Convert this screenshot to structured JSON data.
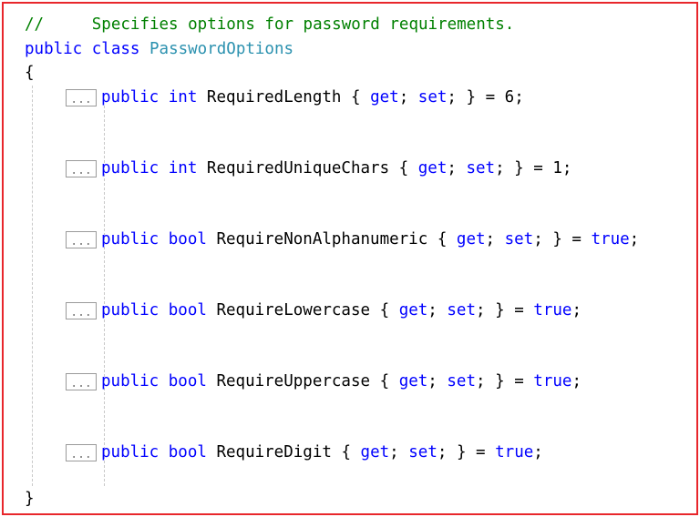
{
  "code": {
    "comment": {
      "slashes": "//",
      "text": "Specifies options for password requirements."
    },
    "class_decl": {
      "modifier": "public",
      "keyword": "class",
      "name": "PasswordOptions"
    },
    "open_brace": "{",
    "close_brace": "}",
    "collapsed_marker": "...",
    "properties": [
      {
        "modifier": "public",
        "type": "int",
        "name": "RequiredLength",
        "open": "{",
        "get": "get",
        "semi1": ";",
        "set": "set",
        "semi2": ";",
        "close": "}",
        "eq": "=",
        "value": "6",
        "value_is_keyword": false,
        "end": ";"
      },
      {
        "modifier": "public",
        "type": "int",
        "name": "RequiredUniqueChars",
        "open": "{",
        "get": "get",
        "semi1": ";",
        "set": "set",
        "semi2": ";",
        "close": "}",
        "eq": "=",
        "value": "1",
        "value_is_keyword": false,
        "end": ";"
      },
      {
        "modifier": "public",
        "type": "bool",
        "name": "RequireNonAlphanumeric",
        "open": "{",
        "get": "get",
        "semi1": ";",
        "set": "set",
        "semi2": ";",
        "close": "}",
        "eq": "=",
        "value": "true",
        "value_is_keyword": true,
        "end": ";"
      },
      {
        "modifier": "public",
        "type": "bool",
        "name": "RequireLowercase",
        "open": "{",
        "get": "get",
        "semi1": ";",
        "set": "set",
        "semi2": ";",
        "close": "}",
        "eq": "=",
        "value": "true",
        "value_is_keyword": true,
        "end": ";"
      },
      {
        "modifier": "public",
        "type": "bool",
        "name": "RequireUppercase",
        "open": "{",
        "get": "get",
        "semi1": ";",
        "set": "set",
        "semi2": ";",
        "close": "}",
        "eq": "=",
        "value": "true",
        "value_is_keyword": true,
        "end": ";"
      },
      {
        "modifier": "public",
        "type": "bool",
        "name": "RequireDigit",
        "open": "{",
        "get": "get",
        "semi1": ";",
        "set": "set",
        "semi2": ";",
        "close": "}",
        "eq": "=",
        "value": "true",
        "value_is_keyword": true,
        "end": ";"
      }
    ]
  },
  "colors": {
    "border": "#e8262b",
    "keyword": "#0000ff",
    "type_name": "#2b91af",
    "comment": "#008000",
    "text": "#000000"
  }
}
